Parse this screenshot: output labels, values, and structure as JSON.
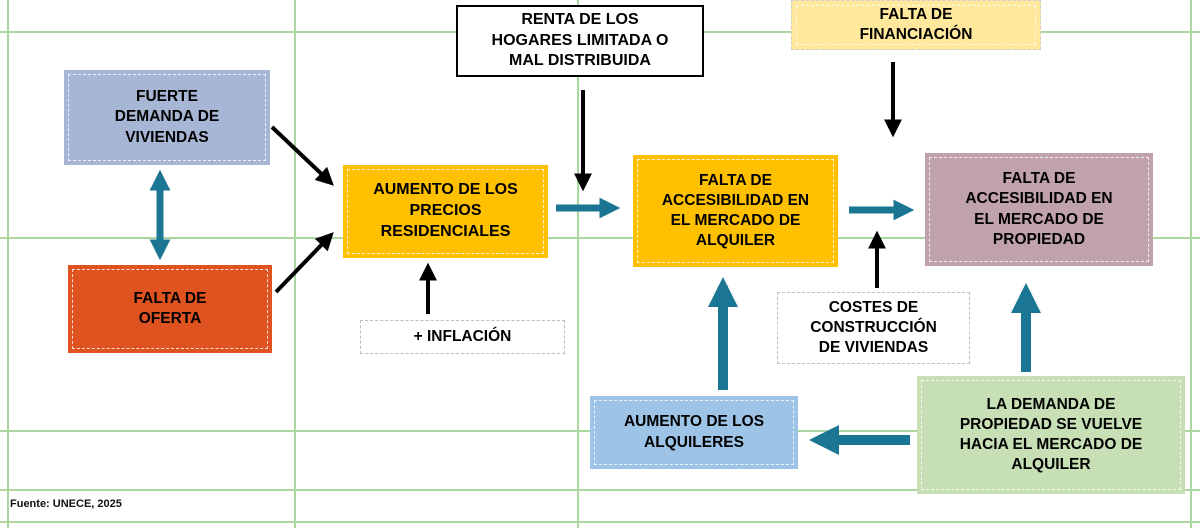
{
  "nodes": {
    "renta_hogares": {
      "label": "RENTA DE LOS\nHOGARES LIMITADA O\nMAL DISTRIBUIDA",
      "bg": "#ffffff"
    },
    "falta_financiacion": {
      "label": "FALTA DE\nFINANCIACIÓN",
      "bg": "#ffe89c"
    },
    "fuerte_demanda": {
      "label": "FUERTE\nDEMANDA DE\nVIVIENDAS",
      "bg": "#a7b6d4"
    },
    "falta_oferta": {
      "label": "FALTA DE\nOFERTA",
      "bg": "#df5321"
    },
    "aumento_precios": {
      "label": "AUMENTO DE LOS\nPRECIOS\nRESIDENCIALES",
      "bg": "#ffc000"
    },
    "inflacion": {
      "label": "+ INFLACIÓN",
      "bg": "#ffffff"
    },
    "falta_acc_alquiler": {
      "label": "FALTA DE\nACCESIBILIDAD EN\nEL MERCADO DE\nALQUILER",
      "bg": "#ffc000"
    },
    "falta_acc_propiedad": {
      "label": "FALTA DE\nACCESIBILIDAD EN\nEL MERCADO DE\nPROPIEDAD",
      "bg": "#c0a2aa"
    },
    "costes_construccion": {
      "label": "COSTES DE\nCONSTRUCCIÓN\nDE VIVIENDAS",
      "bg": "#ffffff"
    },
    "aumento_alquileres": {
      "label": "AUMENTO DE LOS\nALQUILERES",
      "bg": "#9dc3e6"
    },
    "demanda_propiedad": {
      "label": "LA DEMANDA DE\nPROPIEDAD SE VUELVE\nHACIA EL MERCADO DE\nALQUILER",
      "bg": "#c6dfb4"
    }
  },
  "edges": [
    {
      "from": "fuerte_demanda",
      "to": "aumento_precios",
      "style": "black"
    },
    {
      "from": "falta_oferta",
      "to": "aumento_precios",
      "style": "black"
    },
    {
      "from": "fuerte_demanda",
      "to": "falta_oferta",
      "style": "teal-double"
    },
    {
      "from": "renta_hogares",
      "to": "falta_acc_alquiler",
      "style": "black"
    },
    {
      "from": "inflacion",
      "to": "aumento_precios",
      "style": "black"
    },
    {
      "from": "aumento_precios",
      "to": "falta_acc_alquiler",
      "style": "teal"
    },
    {
      "from": "falta_acc_alquiler",
      "to": "falta_acc_propiedad",
      "style": "teal"
    },
    {
      "from": "falta_financiacion",
      "to": "falta_acc_propiedad",
      "style": "black"
    },
    {
      "from": "costes_construccion",
      "to": "falta_acc_propiedad",
      "style": "black"
    },
    {
      "from": "aumento_alquileres",
      "to": "falta_acc_alquiler",
      "style": "teal"
    },
    {
      "from": "demanda_propiedad",
      "to": "falta_acc_propiedad",
      "style": "teal"
    },
    {
      "from": "demanda_propiedad",
      "to": "aumento_alquileres",
      "style": "teal"
    }
  ],
  "footer": {
    "source": "Fuente: UNECE, 2025"
  },
  "colors": {
    "arrow_teal": "#1b7694",
    "arrow_black": "#000000",
    "grid_green": "#aad6a0"
  }
}
